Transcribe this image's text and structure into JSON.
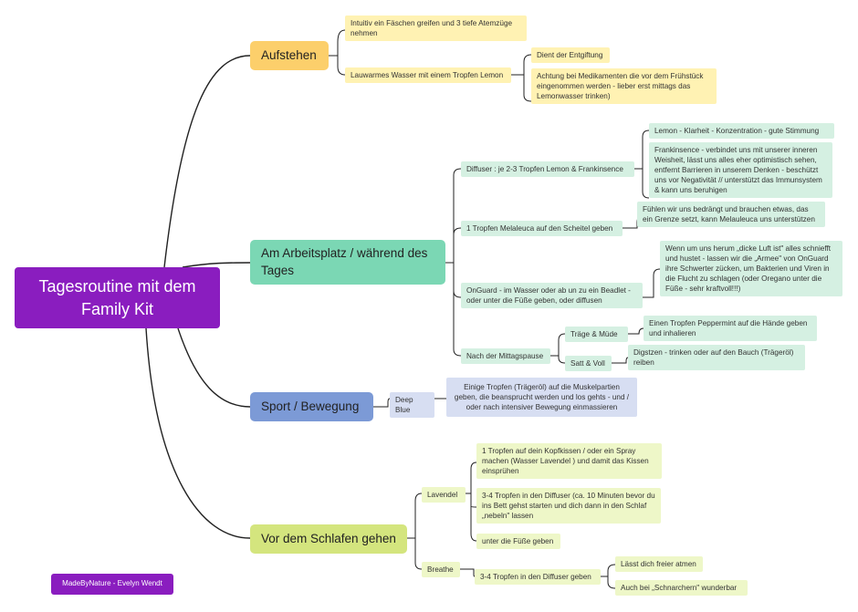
{
  "central": "Tagesroutine mit dem Family Kit",
  "signature": "MadeByNature - Evelyn Wendt",
  "aufstehen": {
    "title": "Aufstehen",
    "tip1": "Intuitiv ein Fäschen greifen und 3 tiefe Atemzüge nehmen",
    "tip2": "Lauwarmes Wasser mit einem Tropfen Lemon",
    "tip2a": "Dient der Entgiftung",
    "tip2b": "Achtung bei Medikamenten die vor dem Frühstück eingenommen werden - lieber erst mittags das Lemonwasser trinken)"
  },
  "arbeit": {
    "title": "Am Arbeitsplatz / während des Tages",
    "diffuser": "Diffuser : je 2-3 Tropfen Lemon & Frankinsence",
    "lemon": "Lemon - Klarheit - Konzentration - gute Stimmung",
    "frankinsence": "Frankinsence - verbindet uns mit unserer inneren Weisheit, lässt uns alles eher optimistisch sehen, entfernt Barrieren in unserem Denken - beschützt uns vor Negativität // unterstützt das Immunsystem & kann uns beruhigen",
    "melaleuca": "1 Tropfen Melaleuca auf den Scheitel geben",
    "melaleuca_info": "Fühlen wir uns bedrängt und brauchen etwas, das ein Grenze setzt, kann Melauleuca uns unterstützen",
    "onguard": "OnGuard - im Wasser oder ab un zu ein Beadlet - oder unter die Füße geben, oder diffusen",
    "onguard_info": "Wenn um uns herum „dicke Luft ist\" alles schniefft und hustet - lassen wir die „Armee\" von OnGuard ihre Schwerter zücken, um Bakterien und Viren in die Flucht zu schlagen (oder Oregano unter die Füße - sehr kraftvoll!!!)",
    "mittag": "Nach der Mittagspause",
    "traege": "Träge &  Müde",
    "traege_info": "Einen Tropfen Peppermint auf die Hände geben und inhalieren",
    "satt": "Satt & Voll",
    "satt_info": "Digstzen - trinken oder auf den Bauch (Trägeröl) reiben"
  },
  "sport": {
    "title": "Sport / Bewegung",
    "oil": "Deep Blue",
    "info": "Einige Tropfen  (Trägeröl) auf die Muskelpartien geben, die beansprucht werden und los gehts - und / oder nach intensiver Bewegung einmassieren"
  },
  "schlaf": {
    "title": "Vor dem Schlafen gehen",
    "lavendel": "Lavendel",
    "lav1": "1 Tropfen auf dein Kopfkissen / oder ein Spray machen (Wasser Lavendel ) und damit das Kissen einsprühen",
    "lav2": "3-4 Tropfen in den Diffuser (ca. 10 Minuten bevor du ins Bett gehst starten und dich dann in den Schlaf „nebeln\" lassen",
    "lav3": "unter die Füße geben",
    "breathe": "Breathe",
    "br1": "3-4 Tropfen in den Diffuser geben",
    "br1a": "Lässt dich freier atmen",
    "br1b": "Auch bei „Schnarchern\" wunderbar"
  },
  "colors": {
    "central": "#8a1dbf",
    "aufstehen": "#fccf6b",
    "arbeit": "#7bd7b4",
    "sport": "#7c9ad6",
    "schlaf": "#d4e57e",
    "line": "#222222"
  }
}
